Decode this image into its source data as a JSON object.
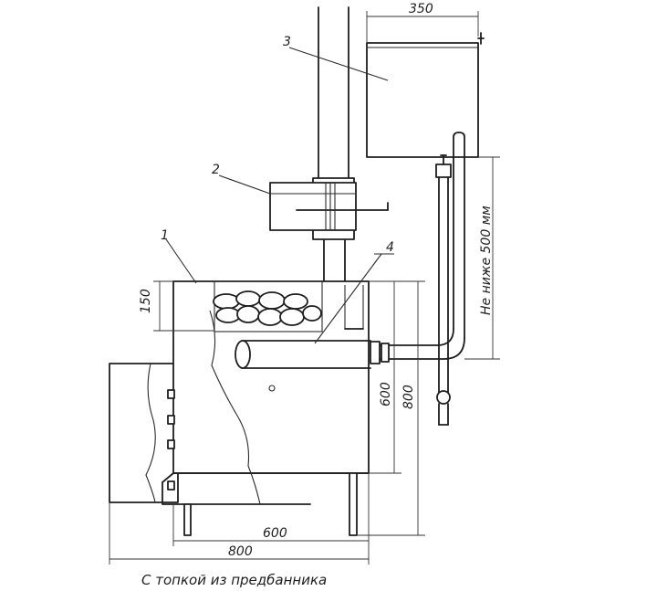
{
  "callouts": {
    "stove": "1",
    "tank_on_pipe": "2",
    "water_tank": "3",
    "pipe": "4"
  },
  "dimensions": {
    "tank_width": "350",
    "stone_depth": "150",
    "height_inner": "600",
    "height_total": "800",
    "width_inner": "600",
    "width_total": "800",
    "tank_elevation": "Не ниже 500 мм"
  },
  "caption": "С топкой из предбанника"
}
